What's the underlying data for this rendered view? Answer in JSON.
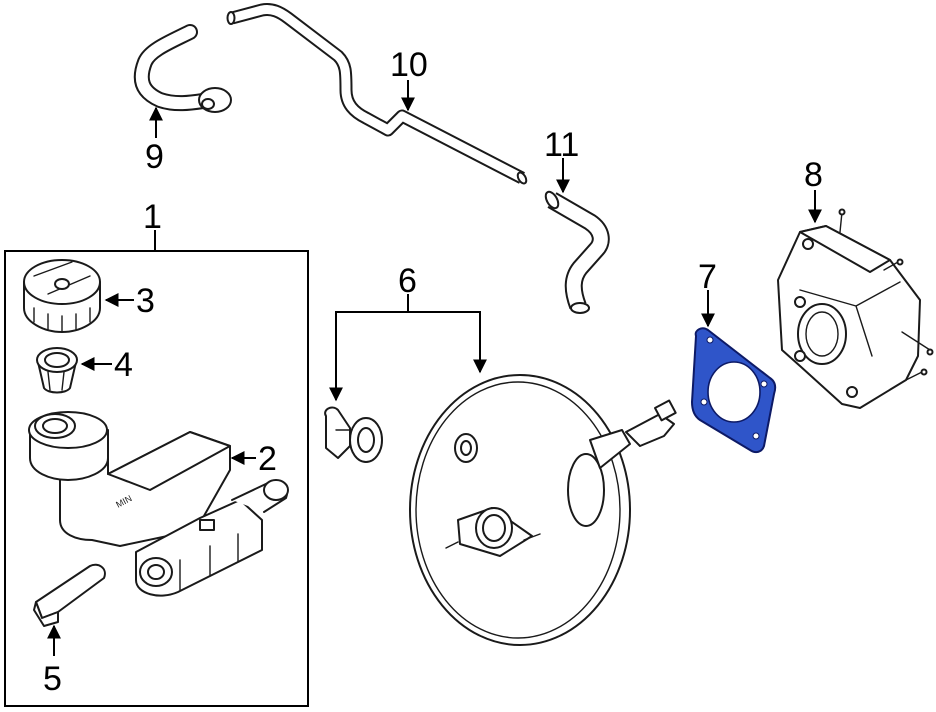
{
  "callouts": [
    {
      "id": "1",
      "label": "1"
    },
    {
      "id": "2",
      "label": "2"
    },
    {
      "id": "3",
      "label": "3"
    },
    {
      "id": "4",
      "label": "4"
    },
    {
      "id": "5",
      "label": "5"
    },
    {
      "id": "6",
      "label": "6"
    },
    {
      "id": "7",
      "label": "7"
    },
    {
      "id": "8",
      "label": "8"
    },
    {
      "id": "9",
      "label": "9"
    },
    {
      "id": "10",
      "label": "10"
    },
    {
      "id": "11",
      "label": "11"
    }
  ],
  "colors": {
    "line": "#1a1a1a",
    "highlight_fill": "#2f55c9",
    "highlight_stroke": "#0d1a66",
    "background": "#ffffff"
  },
  "highlighted_part": "7",
  "reservoir_embossed_text": "MIN"
}
